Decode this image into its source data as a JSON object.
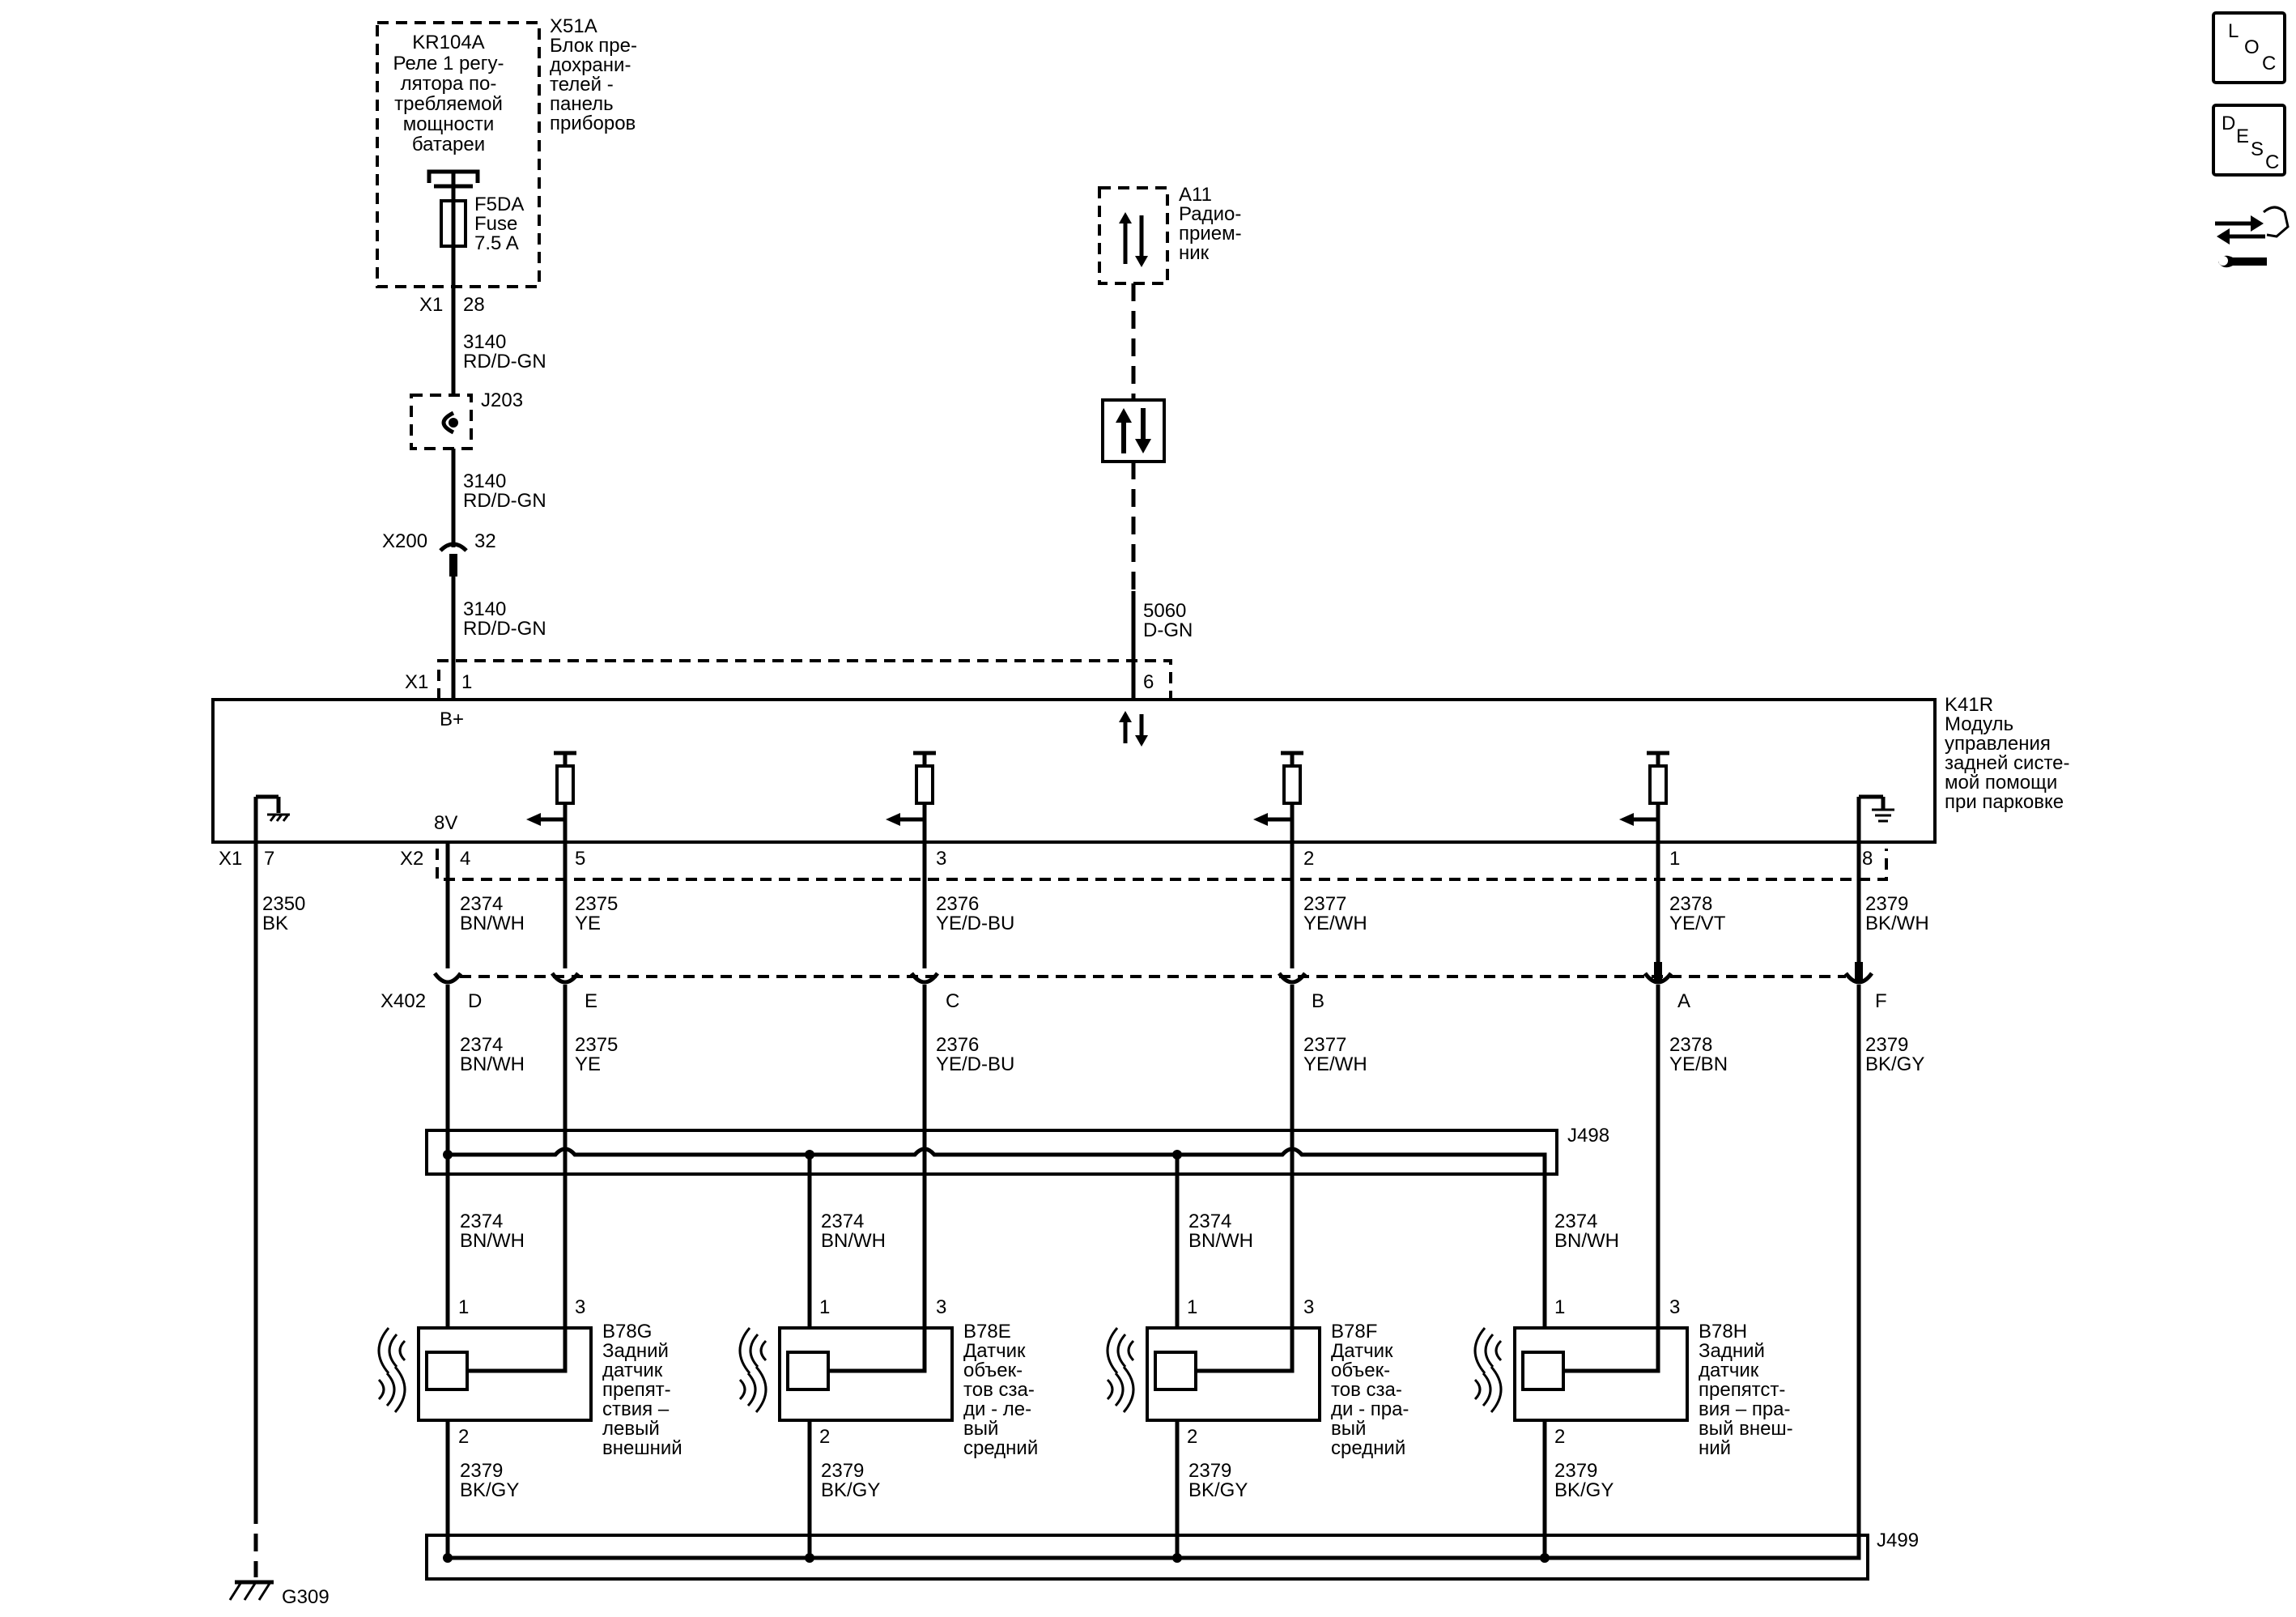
{
  "fuse_block": {
    "relay_id": "KR104A",
    "relay_lines": [
      "Реле 1 регу-",
      "лятора по-",
      "требляемой",
      "мощности",
      "батареи"
    ],
    "block_lines": [
      "X51A",
      "Блок пре-",
      "дохрани-",
      "телей -",
      "панель",
      "приборов"
    ],
    "fuse_lines": [
      "F5DA",
      "Fuse",
      "7.5 A"
    ],
    "conn": "X1",
    "pin": "28"
  },
  "supply": {
    "seg1": {
      "num": "3140",
      "color": "RD/D-GN"
    },
    "splice": "J203",
    "seg2": {
      "num": "3140",
      "color": "RD/D-GN"
    },
    "inline_conn": "X200",
    "inline_pin": "32",
    "seg3": {
      "num": "3140",
      "color": "RD/D-GN"
    }
  },
  "radio": {
    "lines": [
      "A11",
      "Радио-",
      "прием-",
      "ник"
    ],
    "wire": {
      "num": "5060",
      "color": "D-GN"
    }
  },
  "module": {
    "lines": [
      "K41R",
      "Модуль",
      "управления",
      "задней систе-",
      "мой помощи",
      "при парковке"
    ],
    "x1_label": "X1",
    "x1_pin_bplus": "1",
    "x1_pin_data": "6",
    "bplus": "B+",
    "x1_pin_ground": "7",
    "x2_label": "X2",
    "v8": "8V",
    "x2_pin_ground": "8"
  },
  "ground_wire": {
    "num": "2350",
    "color": "BK",
    "ground_id": "G309"
  },
  "x402": {
    "label": "X402"
  },
  "wires": [
    {
      "x2_pin": "4",
      "num": "2374",
      "color": "BN/WH",
      "x402_pin": "D",
      "num2": "2374",
      "color2": "BN/WH"
    },
    {
      "x2_pin": "5",
      "num": "2375",
      "color": "YE",
      "x402_pin": "E",
      "num2": "2375",
      "color2": "YE"
    },
    {
      "x2_pin": "3",
      "num": "2376",
      "color": "YE/D-BU",
      "x402_pin": "C",
      "num2": "2376",
      "color2": "YE/D-BU"
    },
    {
      "x2_pin": "2",
      "num": "2377",
      "color": "YE/WH",
      "x402_pin": "B",
      "num2": "2377",
      "color2": "YE/WH"
    },
    {
      "x2_pin": "1",
      "num": "2378",
      "color": "YE/VT",
      "x402_pin": "A",
      "num2": "2378",
      "color2": "YE/BN"
    },
    {
      "x2_pin": "8",
      "num": "2379",
      "color": "BK/WH",
      "x402_pin": "F",
      "num2": "2379",
      "color2": "BK/GY"
    }
  ],
  "splices": {
    "j498": "J498",
    "j499": "J499"
  },
  "sensors": [
    {
      "id": "B78G",
      "lines": [
        "Задний",
        "датчик",
        "препят-",
        "ствия –",
        "левый",
        "внешний"
      ],
      "pin1": "1",
      "pin3": "3",
      "pin2": "2",
      "feed": {
        "num": "2374",
        "color": "BN/WH"
      },
      "gnd": {
        "num": "2379",
        "color": "BK/GY"
      }
    },
    {
      "id": "B78E",
      "lines": [
        "Датчик",
        "объек-",
        "тов сза-",
        "ди - ле-",
        "вый",
        "средний"
      ],
      "pin1": "1",
      "pin3": "3",
      "pin2": "2",
      "feed": {
        "num": "2374",
        "color": "BN/WH"
      },
      "gnd": {
        "num": "2379",
        "color": "BK/GY"
      }
    },
    {
      "id": "B78F",
      "lines": [
        "Датчик",
        "объек-",
        "тов сза-",
        "ди - пра-",
        "вый",
        "средний"
      ],
      "pin1": "1",
      "pin3": "3",
      "pin2": "2",
      "feed": {
        "num": "2374",
        "color": "BN/WH"
      },
      "gnd": {
        "num": "2379",
        "color": "BK/GY"
      }
    },
    {
      "id": "B78H",
      "lines": [
        "Задний",
        "датчик",
        "препятст-",
        "вия – пра-",
        "вый внеш-",
        "ний"
      ],
      "pin1": "1",
      "pin3": "3",
      "pin2": "2",
      "feed": {
        "num": "2374",
        "color": "BN/WH"
      },
      "gnd": {
        "num": "2379",
        "color": "BK/GY"
      }
    }
  ],
  "nav": {
    "loc": {
      "l": "L",
      "o": "O",
      "c": "C"
    },
    "desc": {
      "d": "D",
      "e": "E",
      "s": "S",
      "c": "C"
    },
    "connector_icon": "connector-tool-icon"
  }
}
